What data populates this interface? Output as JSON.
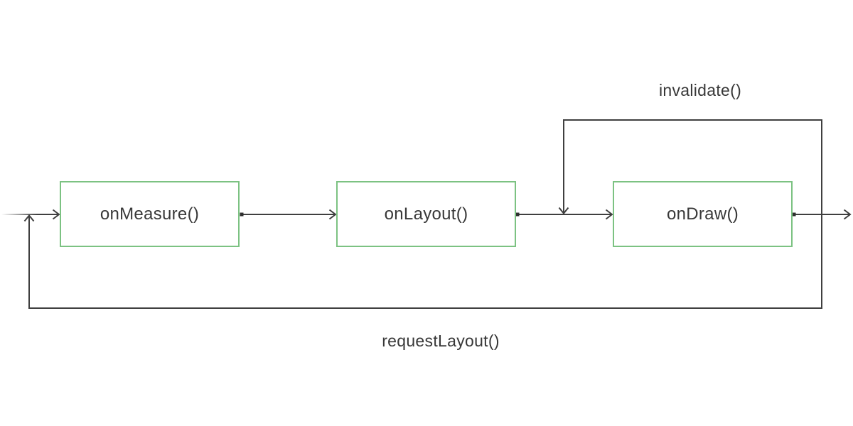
{
  "diagram": {
    "nodes": [
      {
        "id": "onMeasure",
        "label": "onMeasure()"
      },
      {
        "id": "onLayout",
        "label": "onLayout()"
      },
      {
        "id": "onDraw",
        "label": "onDraw()"
      }
    ],
    "flow": {
      "direction": "left-to-right",
      "sequence": [
        "onMeasure()",
        "onLayout()",
        "onDraw()"
      ]
    },
    "feedback_edges": {
      "invalidate_label": "invalidate()",
      "invalidate_target": "onDraw()",
      "request_layout_label": "requestLayout()",
      "request_layout_target": "onMeasure()"
    },
    "colors": {
      "background": "#ffffff",
      "node_border": "#7cc282",
      "line": "#3f3f3f",
      "text": "#383838"
    }
  }
}
